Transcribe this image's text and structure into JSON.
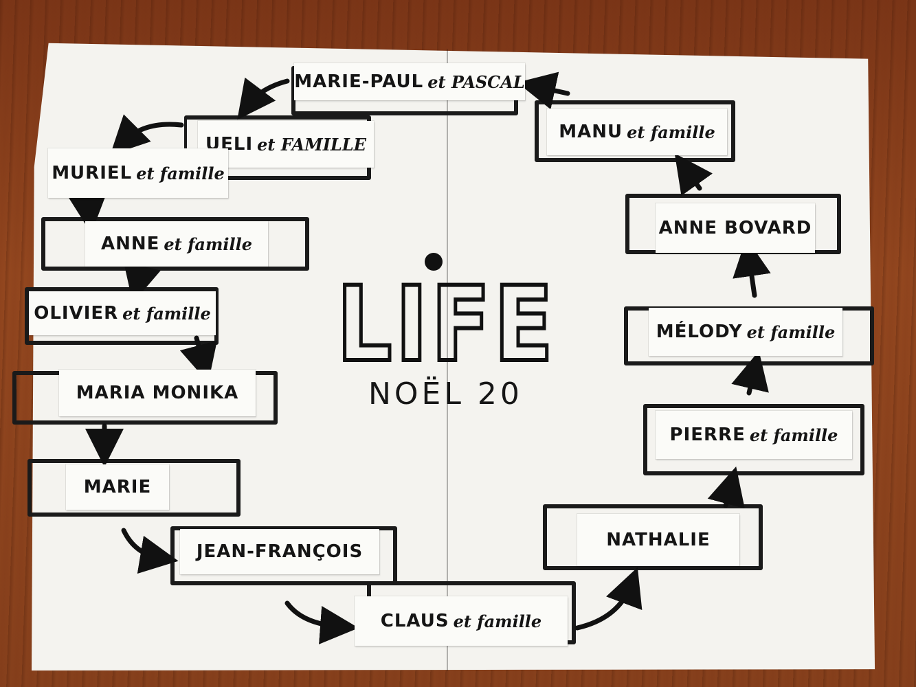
{
  "poster": {
    "title": "LIFE",
    "subtitle": "NOËL 20"
  },
  "chain": [
    {
      "id": "marie-paul-et-pascal",
      "name": "MARIE-PAUL",
      "suffix": "et PASCAL"
    },
    {
      "id": "ueli-et-famille",
      "name": "UELI",
      "suffix": "et FAMILLE"
    },
    {
      "id": "muriel-et-famille",
      "name": "MURIEL",
      "suffix": "et famille"
    },
    {
      "id": "anne-et-famille",
      "name": "ANNE",
      "suffix": "et famille"
    },
    {
      "id": "olivier-et-famille",
      "name": "OLIVIER",
      "suffix": "et famille"
    },
    {
      "id": "maria-monika",
      "name": "MARIA MONIKA",
      "suffix": ""
    },
    {
      "id": "marie",
      "name": "MARIE",
      "suffix": ""
    },
    {
      "id": "jean-francois",
      "name": "JEAN-FRANÇOIS",
      "suffix": ""
    },
    {
      "id": "claus-et-famille",
      "name": "CLAUS",
      "suffix": "et famille"
    },
    {
      "id": "nathalie",
      "name": "NATHALIE",
      "suffix": ""
    },
    {
      "id": "pierre-et-famille",
      "name": "PIERRE",
      "suffix": "et famille"
    },
    {
      "id": "melody-et-famille",
      "name": "MÉLODY",
      "suffix": "et famille"
    },
    {
      "id": "anne-bovard",
      "name": "ANNE BOVARD",
      "suffix": ""
    },
    {
      "id": "manu-et-famille",
      "name": "MANU",
      "suffix": "et famille"
    }
  ],
  "colors": {
    "table": "#8a3f1f",
    "paper": "#f4f3ef",
    "ink": "#1a1a1a",
    "label": "#fbfbf8"
  }
}
